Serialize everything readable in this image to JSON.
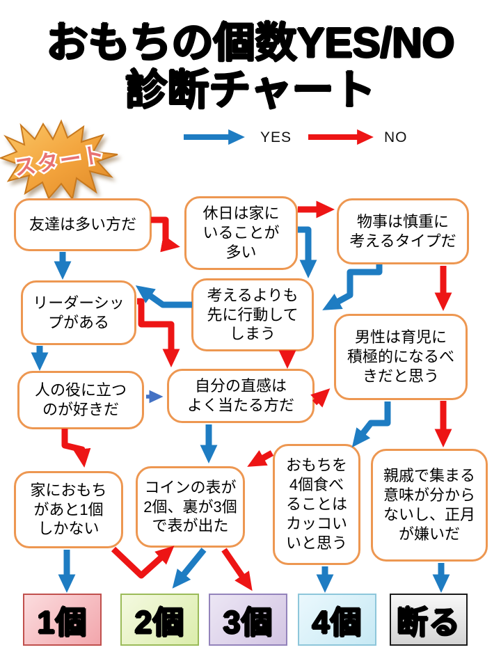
{
  "title": {
    "line1": "おもちの個数YES/NO",
    "line2": "診断チャート"
  },
  "legend": {
    "yes_label": "YES",
    "no_label": "NO"
  },
  "start": {
    "label": "スタート"
  },
  "colors": {
    "yes_arrow": "#1E7CC2",
    "no_arrow": "#ED1515",
    "helper_arrow": "#4472C4",
    "node_border": "#ED9751",
    "burst_fill": "#F2A23B",
    "start_text": "#E87272",
    "result_1_bg": "#F2A6AC",
    "result_2_bg": "#DCEDAC",
    "result_3_bg": "#D3C5E3",
    "result_4_bg": "#C7E9F4",
    "result_refuse_bg": "#D4D4D4"
  },
  "nodes": [
    {
      "id": "many-friends",
      "text": "友達は多い方だ"
    },
    {
      "id": "stay-home",
      "text": "休日は家に\nいることが\n多い"
    },
    {
      "id": "cautious",
      "text": "物事は慎重に\n考えるタイプだ"
    },
    {
      "id": "leadership",
      "text": "リーダーシッ\nプがある"
    },
    {
      "id": "act-first",
      "text": "考えるよりも\n先に行動して\nしまう"
    },
    {
      "id": "men-childcare",
      "text": "男性は育児に\n積極的になるべ\nきだと思う"
    },
    {
      "id": "like-helping",
      "text": "人の役に立つ\nのが好きだ"
    },
    {
      "id": "intuition",
      "text": "自分の直感は\nよく当たる方だ"
    },
    {
      "id": "one-mochi",
      "text": "家におもち\nがあと1個\nしかない"
    },
    {
      "id": "coin-toss",
      "text": "コインの表が\n2個、裏が3個\nで表が出た"
    },
    {
      "id": "four-cool",
      "text": "おもちを\n4個食べ\nることは\nカッコい\nいと思う"
    },
    {
      "id": "hate-newyear",
      "text": "親戚で集まる\n意味が分から\nないし、正月\nが嫌いだ"
    }
  ],
  "results": [
    {
      "id": "one",
      "label": "1個"
    },
    {
      "id": "two",
      "label": "2個"
    },
    {
      "id": "three",
      "label": "3個"
    },
    {
      "id": "four",
      "label": "4個"
    },
    {
      "id": "refuse",
      "label": "断る"
    }
  ],
  "edges": [
    {
      "from": "many-friends",
      "to": "leadership",
      "answer": "YES"
    },
    {
      "from": "many-friends",
      "to": "stay-home",
      "answer": "NO"
    },
    {
      "from": "stay-home",
      "to": "act-first",
      "answer": "YES"
    },
    {
      "from": "stay-home",
      "to": "cautious",
      "answer": "NO"
    },
    {
      "from": "cautious",
      "to": "act-first",
      "answer": "YES"
    },
    {
      "from": "cautious",
      "to": "men-childcare",
      "answer": "NO"
    },
    {
      "from": "act-first",
      "to": "leadership",
      "answer": "YES"
    },
    {
      "from": "act-first",
      "to": "intuition",
      "answer": "NO"
    },
    {
      "from": "leadership",
      "to": "like-helping",
      "answer": "YES"
    },
    {
      "from": "leadership",
      "to": "intuition",
      "answer": "NO"
    },
    {
      "from": "like-helping",
      "to": "intuition",
      "answer": "YES"
    },
    {
      "from": "like-helping",
      "to": "one-mochi",
      "answer": "NO"
    },
    {
      "from": "intuition",
      "to": "coin-toss",
      "answer": "YES"
    },
    {
      "from": "intuition",
      "to": "men-childcare",
      "answer": "NO"
    },
    {
      "from": "men-childcare",
      "to": "four-cool",
      "answer": "YES"
    },
    {
      "from": "men-childcare",
      "to": "hate-newyear",
      "answer": "NO"
    },
    {
      "from": "one-mochi",
      "to": "one",
      "answer": "YES"
    },
    {
      "from": "one-mochi",
      "to": "coin-toss",
      "answer": "NO"
    },
    {
      "from": "coin-toss",
      "to": "two",
      "answer": "YES"
    },
    {
      "from": "coin-toss",
      "to": "three",
      "answer": "NO"
    },
    {
      "from": "four-cool",
      "to": "four",
      "answer": "YES"
    },
    {
      "from": "four-cool",
      "to": "coin-toss",
      "answer": "NO"
    },
    {
      "from": "hate-newyear",
      "to": "refuse",
      "answer": "YES"
    }
  ]
}
